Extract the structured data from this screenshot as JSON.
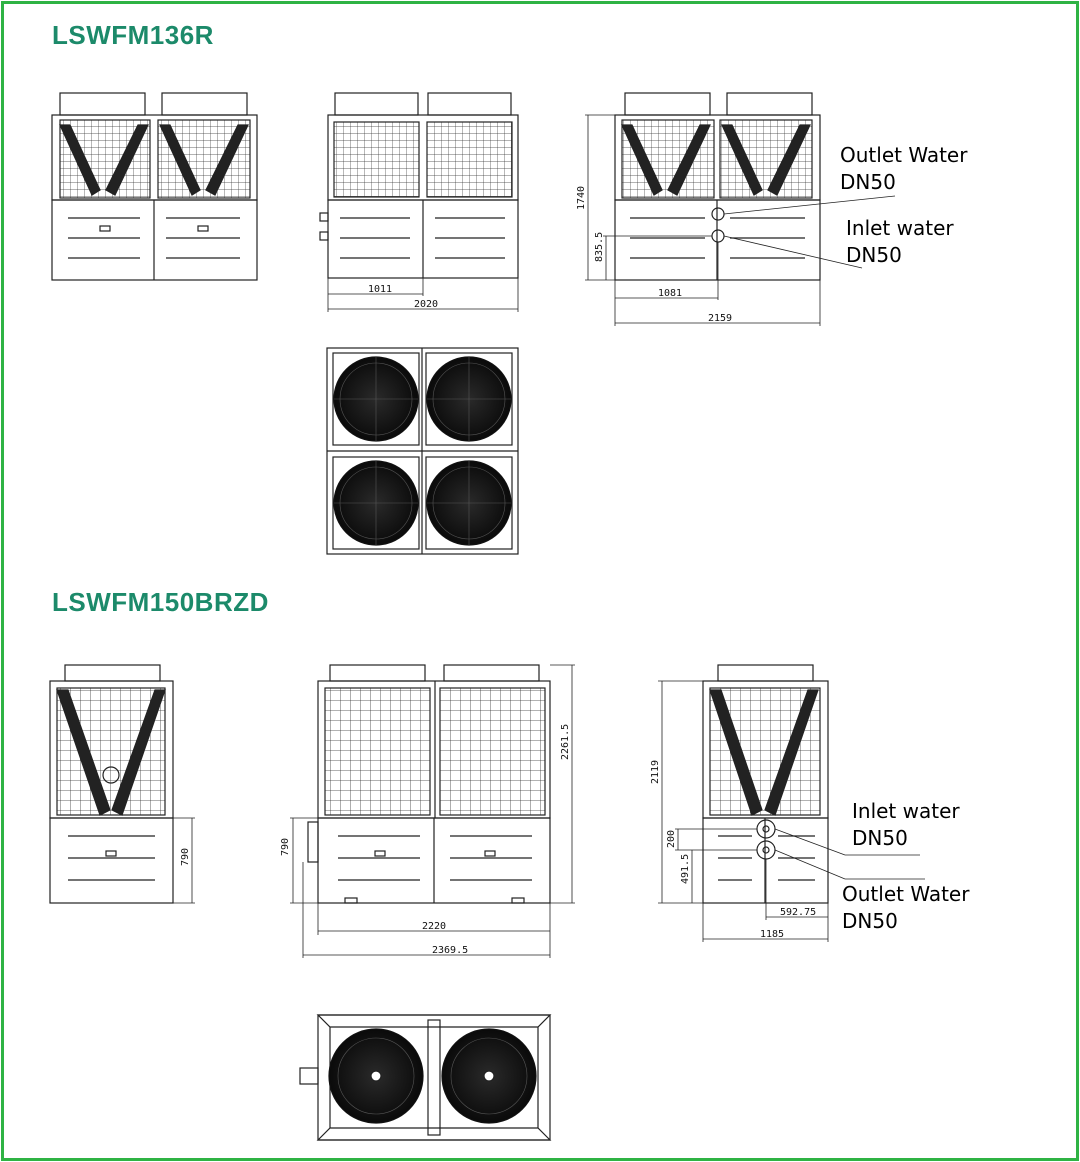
{
  "models": [
    {
      "name": "LSWFM136R",
      "dimensions": {
        "front_offset": "1011",
        "front_width": "2020",
        "side_height": "1740",
        "side_inlet_height": "835.5",
        "side_offset": "1081",
        "side_width": "2159"
      },
      "labels": {
        "outlet_title": "Outlet Water",
        "outlet_size": "DN50",
        "inlet_title": "Inlet water",
        "inlet_size": "DN50"
      }
    },
    {
      "name": "LSWFM150BRZD",
      "dimensions": {
        "left_height": "790",
        "front_pipe_height": "790",
        "front_height": "2261.5",
        "front_width": "2220",
        "front_total": "2369.5",
        "side_height": "2119",
        "side_pipe_gap": "200",
        "side_low": "491.5",
        "side_offset": "592.75",
        "side_width": "1185"
      },
      "labels": {
        "inlet_title": "Inlet water",
        "inlet_size": "DN50",
        "outlet_title": "Outlet Water",
        "outlet_size": "DN50"
      }
    }
  ],
  "colors": {
    "frame": "#2fb344",
    "title": "#1c8a6a",
    "line": "#222222"
  }
}
